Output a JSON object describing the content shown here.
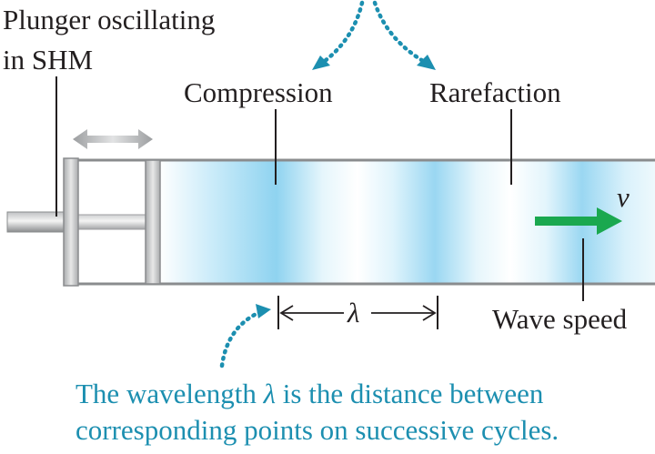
{
  "labels": {
    "plunger_line1": "Plunger oscillating",
    "plunger_line2": "in SHM",
    "compression": "Compression",
    "rarefaction": "Rarefaction",
    "velocity_symbol": "v",
    "wave_speed": "Wave speed",
    "wavelength_symbol": "λ"
  },
  "caption": {
    "line1_before": "The wavelength ",
    "line1_symbol": "λ",
    "line1_after": " is the distance between",
    "line2": "corresponding points on successive cycles."
  },
  "colors": {
    "text": "#231f20",
    "caption": "#1c8fb0",
    "arrow_green": "#1aa84f",
    "wave_blue": "#8fd3f0",
    "tube_gray": "#8a8c8e"
  }
}
